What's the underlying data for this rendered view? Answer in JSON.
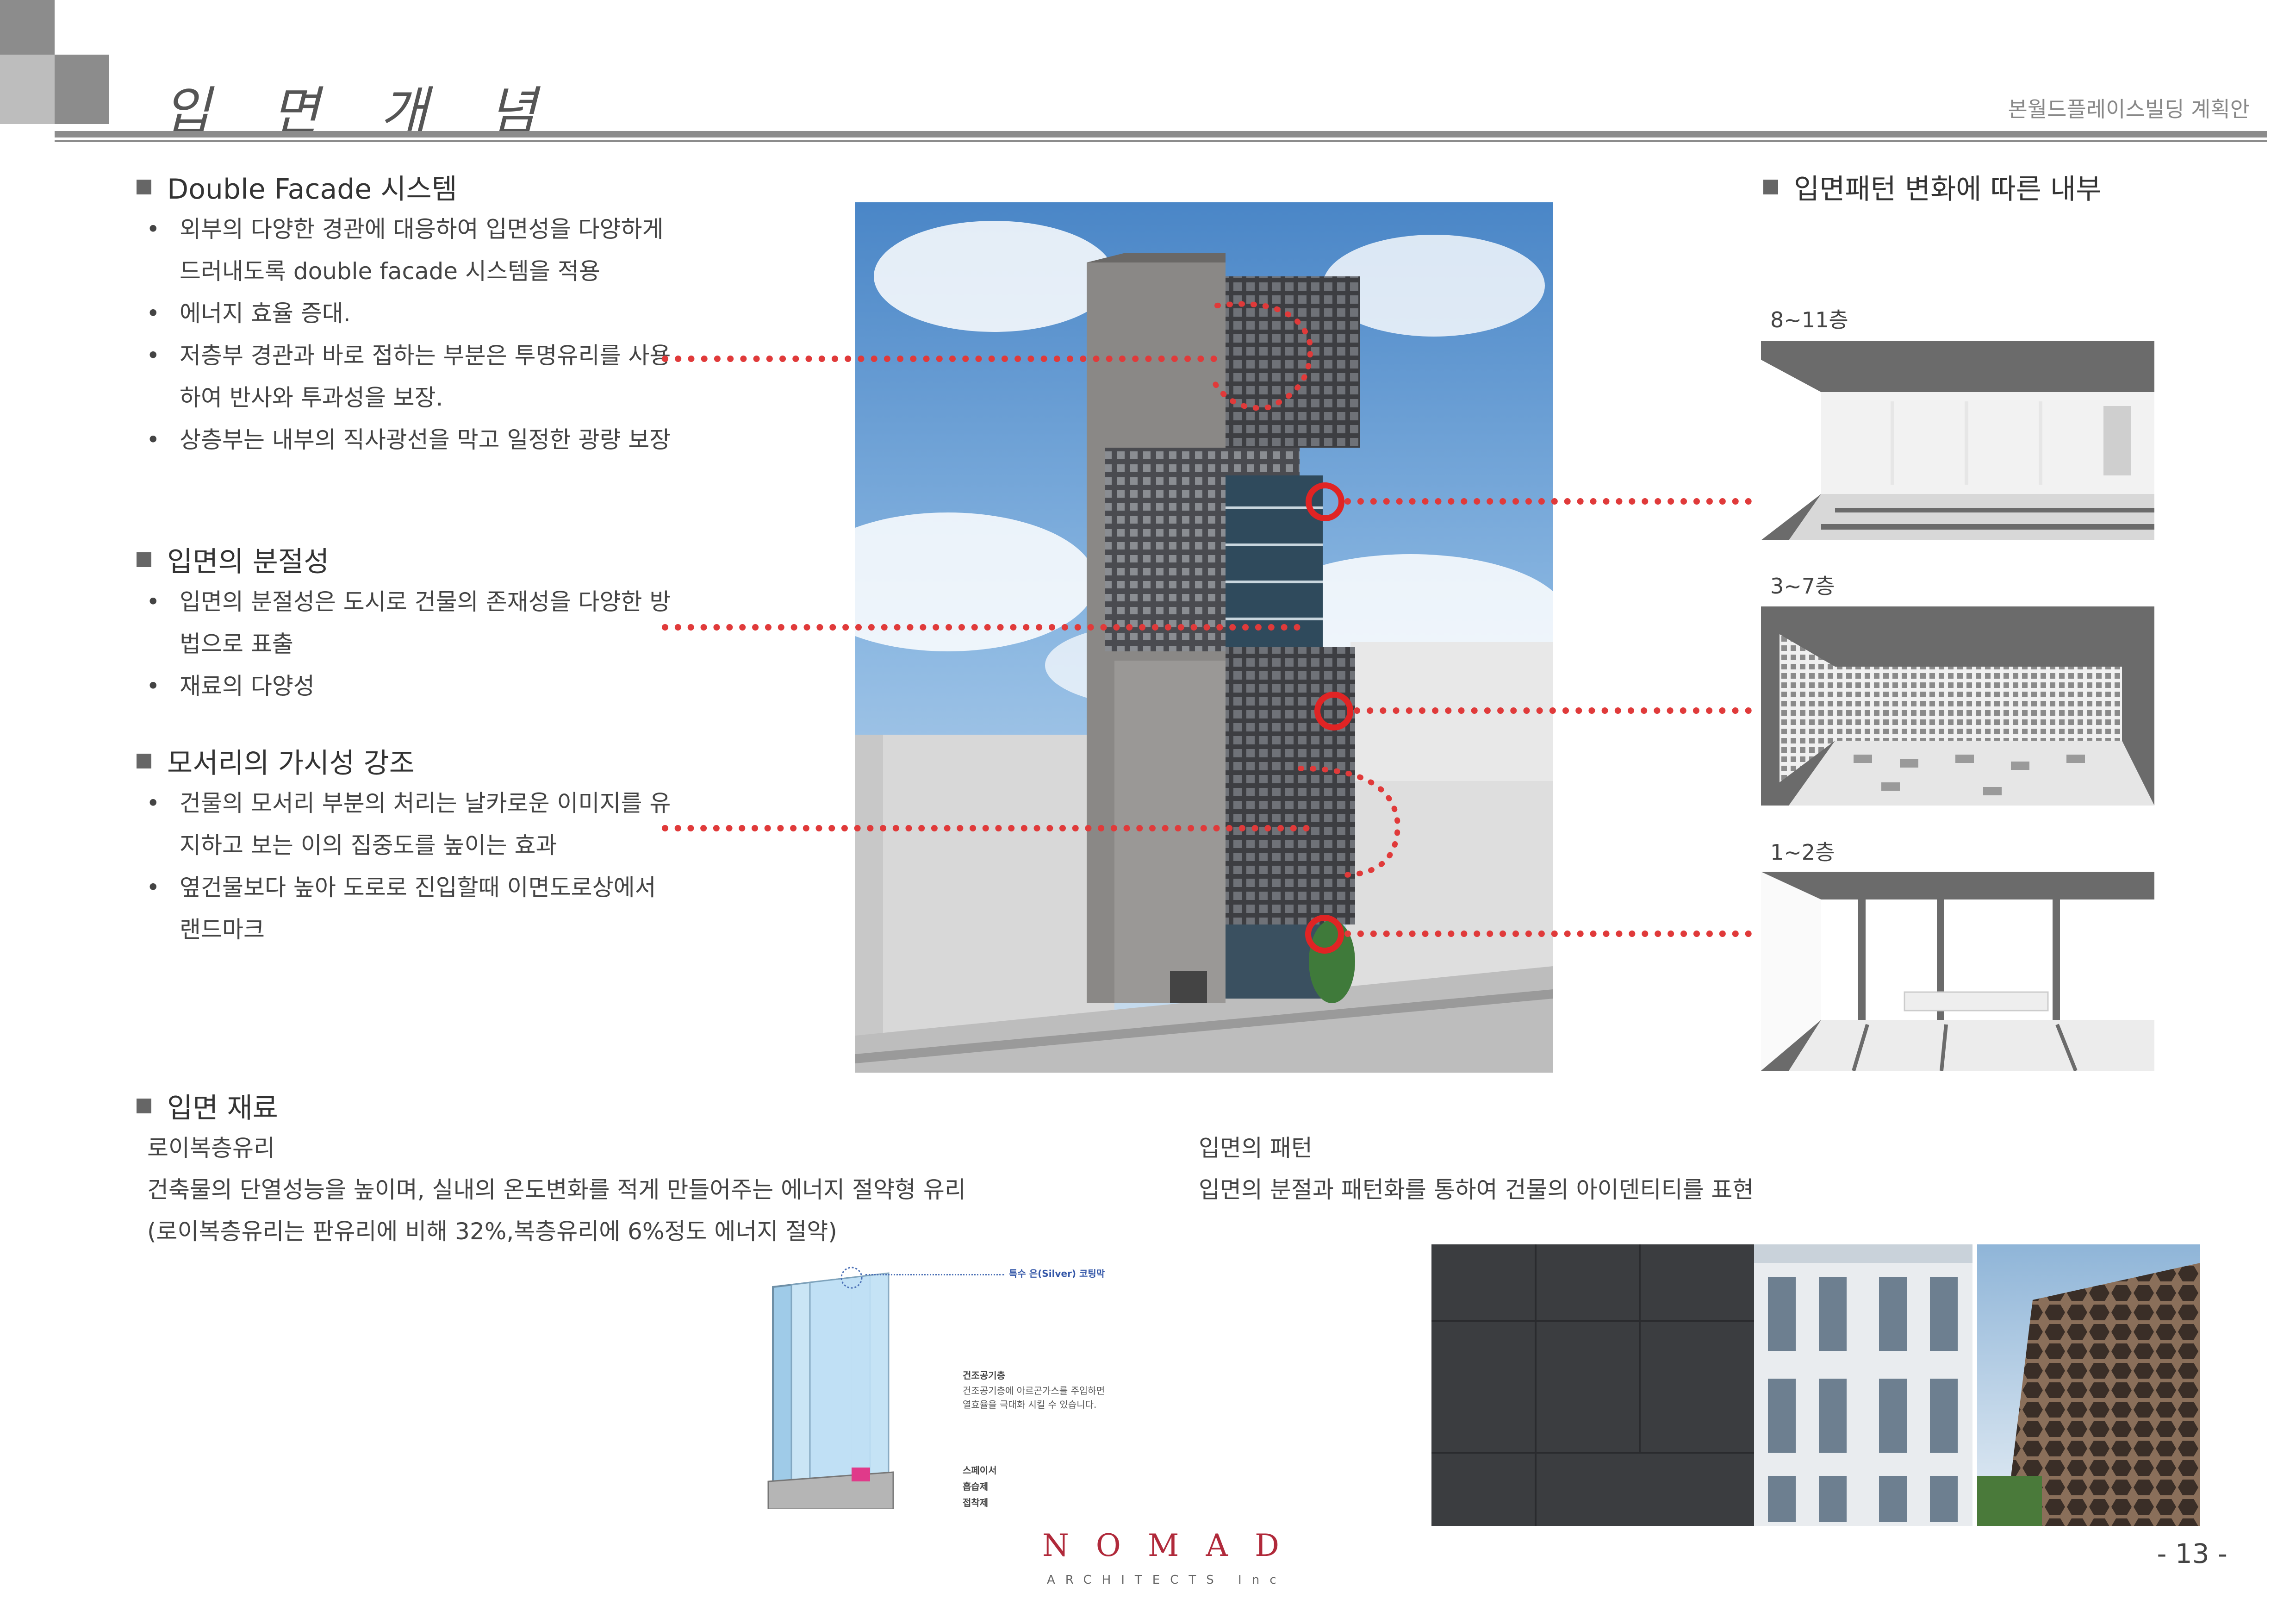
{
  "header": {
    "title": "입 면 개 념",
    "project": "본월드플레이스빌딩 계획안"
  },
  "sections": {
    "double_facade": {
      "title": "Double Facade 시스템",
      "bullets": [
        "외부의 다양한 경관에 대응하여 입면성을 다양하게 드러내도록 double facade 시스템을 적용",
        "에너지 효율 증대.",
        "저층부 경관과 바로 접하는 부분은 투명유리를 사용하여 반사와 투과성을 보장.",
        "상층부는 내부의 직사광선을 막고 일정한 광량 보장"
      ]
    },
    "segmentation": {
      "title": "입면의 분절성",
      "bullets": [
        "입면의 분절성은 도시로 건물의 존재성을 다양한 방법으로 표출",
        "재료의 다양성"
      ]
    },
    "corner": {
      "title": "모서리의 가시성 강조",
      "bullets": [
        " 건물의 모서리 부분의 처리는 날카로운 이미지를 유지하고 보는 이의 집중도를 높이는 효과",
        "옆건물보다 높아 도로로 진입할때 이면도로상에서 랜드마크"
      ]
    },
    "interior": {
      "title": "입면패턴 변화에 따른 내부",
      "floors": [
        "8~11층",
        "3~7층",
        "1~2층"
      ]
    },
    "materials": {
      "title": "입면 재료",
      "left_lines": [
        "로이복층유리",
        "건축물의 단열성능을 높이며,  실내의 온도변화를 적게 만들어주는 에너지 절약형 유리",
        "(로이복층유리는 판유리에 비해 32%,복층유리에 6%정도 에너지 절약)"
      ],
      "right_lines": [
        "입면의 패턴",
        "입면의 분절과 패턴화를 통하여 건물의 아이덴티티를 표현"
      ],
      "glass_labels": {
        "coating": "특수 은(Silver) 코팅막",
        "air_layer": "건조공기층",
        "air_desc_1": "건조공기층에 아르곤가스를 주입하면",
        "air_desc_2": "열효율을 극대화 시킬 수 있습니다.",
        "spacer": "스페이서",
        "desiccant": "흡습제",
        "adhesive": "접착제"
      }
    }
  },
  "footer": {
    "logo": "NOMAD",
    "logo_sub": "ARCHITECTS Inc",
    "page": "- 13 -"
  },
  "colors": {
    "accent": "#e02424",
    "header_gray": "#8c8c8c",
    "logo_red": "#b0293a"
  }
}
